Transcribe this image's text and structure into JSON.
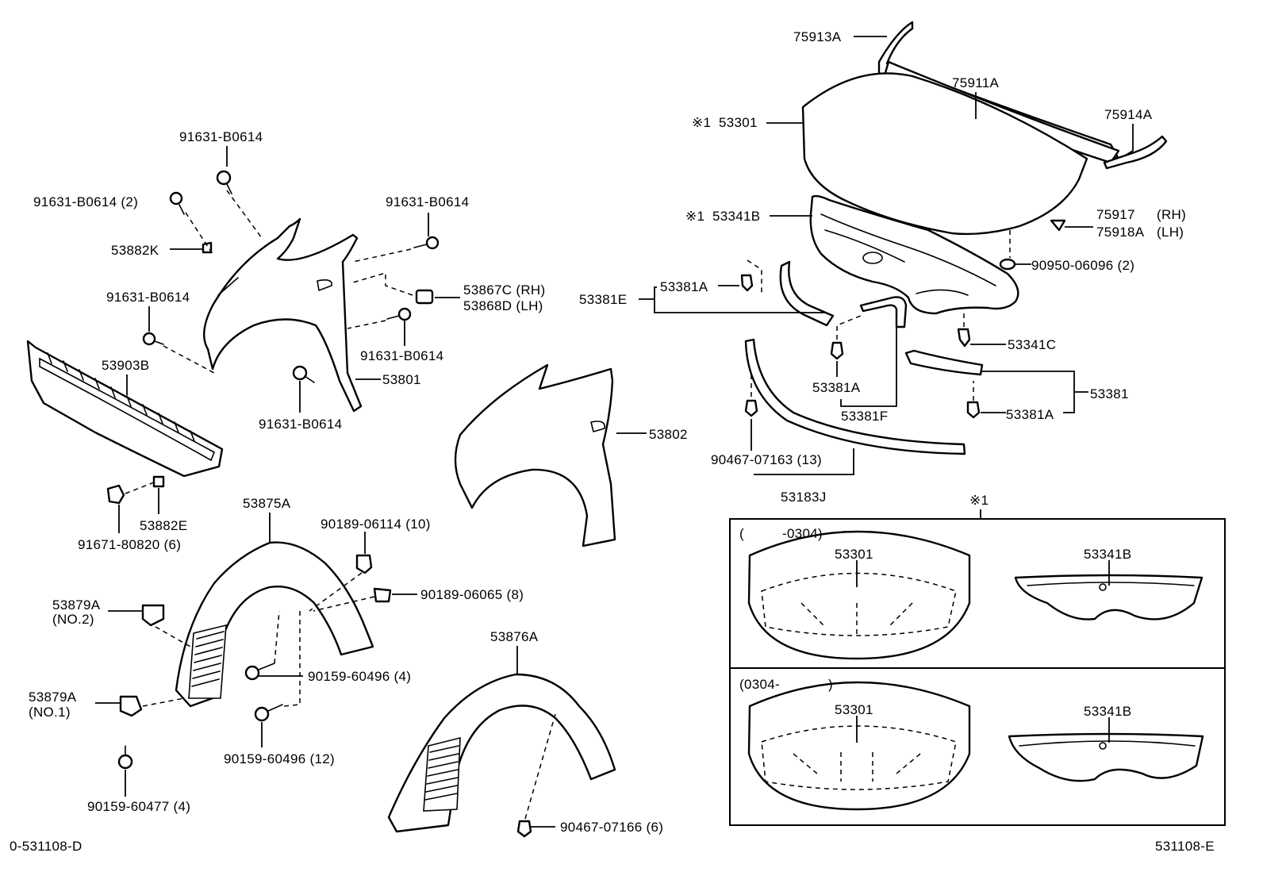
{
  "codes": {
    "left": "0-531108-D",
    "right": "531108-E"
  },
  "labels": {
    "p75913A": "75913A",
    "p75911A": "75911A",
    "p75914A": "75914A",
    "p53301_mark": "※1",
    "p53301": "53301",
    "p53341B_mark": "※1",
    "p53341B": "53341B",
    "p75917": "75917",
    "p75917_side": "(RH)",
    "p75918A": "75918A",
    "p75918A_side": "(LH)",
    "p90950": "90950-06096 (2)",
    "p53381E": "53381E",
    "p53381A_top": "53381A",
    "p53341C": "53341C",
    "p53381A_mid": "53381A",
    "p53381F": "53381F",
    "p53381": "53381",
    "p53381A_right": "53381A",
    "p90467_07163": "90467-07163 (13)",
    "p53183J": "53183J",
    "p91631_top": "91631-B0614",
    "p91631_2": "91631-B0614 (2)",
    "p91631_right": "91631-B0614",
    "p53882K": "53882K",
    "p53867C": "53867C (RH)",
    "p53868D": "53868D (LH)",
    "p91631_left": "91631-B0614",
    "p91631_mid": "91631-B0614",
    "p53801": "53801",
    "p91631_bottom": "91631-B0614",
    "p53903B": "53903B",
    "p53802": "53802",
    "p53882E": "53882E",
    "p91671": "91671-80820 (6)",
    "p53875A": "53875A",
    "p90189_06114": "90189-06114 (10)",
    "p90189_06065": "90189-06065 (8)",
    "p53879A_no2": "53879A",
    "p53879A_no2_sub": "(NO.2)",
    "p90159_60496_4": "90159-60496 (4)",
    "p53879A_no1": "53879A",
    "p53879A_no1_sub": "(NO.1)",
    "p90159_60496_12": "90159-60496 (12)",
    "p90159_60477": "90159-60477 (4)",
    "p53876A": "53876A",
    "p90467_07166": "90467-07166 (6)"
  },
  "inset": {
    "mark": "※1",
    "panel1": {
      "range_open": "(",
      "range": "-0304)",
      "hood": "53301",
      "insulator": "53341B"
    },
    "panel2": {
      "range": "(0304-",
      "range_close": ")",
      "hood": "53301",
      "insulator": "53341B"
    }
  }
}
